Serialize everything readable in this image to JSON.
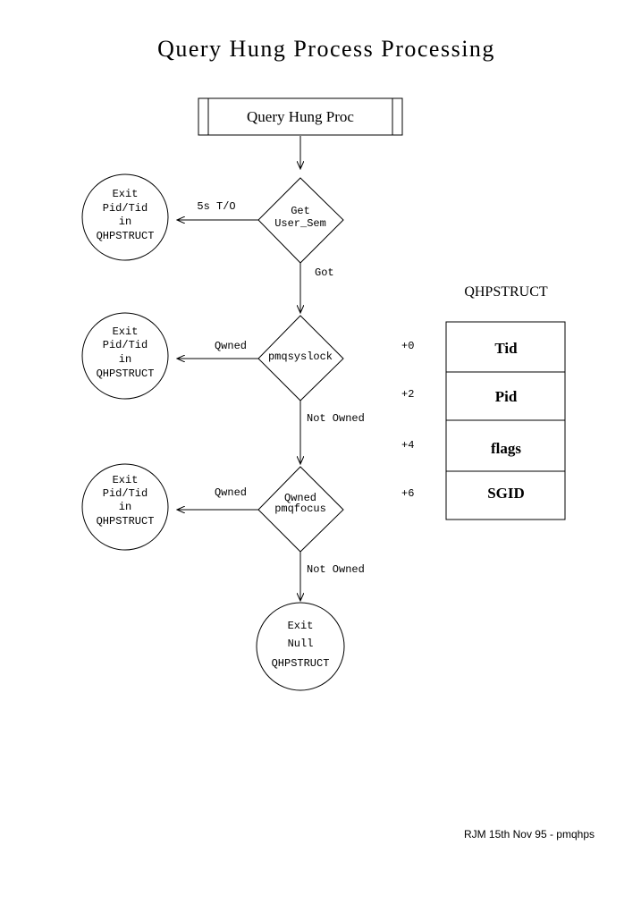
{
  "title": "Query Hung Process Processing",
  "start_box": {
    "label": "Query Hung Proc"
  },
  "decisions": [
    {
      "lines": [
        "Get",
        "User_Sem"
      ]
    },
    {
      "lines": [
        "pmqsyslock"
      ]
    },
    {
      "lines": [
        "Qwned",
        "pmqfocus"
      ]
    }
  ],
  "exits": [
    {
      "lines": [
        "Exit",
        "Pid/Tid",
        "in",
        "QHPSTRUCT"
      ]
    },
    {
      "lines": [
        "Exit",
        "Pid/Tid",
        "in",
        "QHPSTRUCT"
      ]
    },
    {
      "lines": [
        "Exit",
        "Pid/Tid",
        "in",
        "QHPSTRUCT"
      ]
    },
    {
      "lines": [
        "Exit",
        "Null",
        "QHPSTRUCT"
      ]
    }
  ],
  "edge_labels": {
    "timeout": "5s T/O",
    "got": "Got",
    "owned_1": "Qwned",
    "not_owned_1": "Not Owned",
    "owned_2": "Qwned",
    "not_owned_2": "Not Owned"
  },
  "struct": {
    "title": "QHPSTRUCT",
    "fields": [
      {
        "offset": "+0",
        "name": "Tid"
      },
      {
        "offset": "+2",
        "name": "Pid"
      },
      {
        "offset": "+4",
        "name": "flags"
      },
      {
        "offset": "+6",
        "name": "SGID"
      }
    ]
  },
  "footer": "RJM 15th Nov 95 - pmqhps"
}
